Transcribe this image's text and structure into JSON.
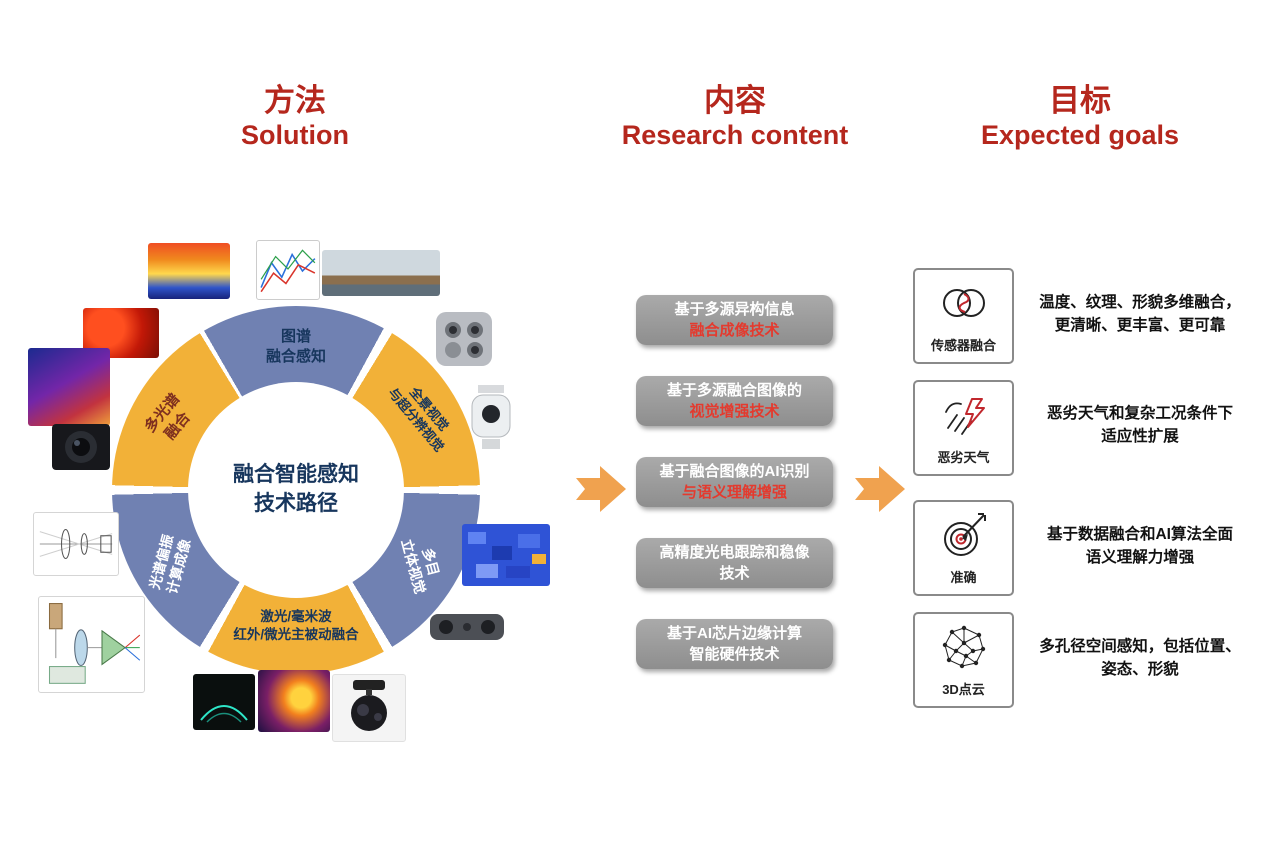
{
  "colors": {
    "header_red": "#b5271d",
    "donut_yellow": "#f2b138",
    "donut_blue": "#7081b2",
    "navy_text": "#17365d",
    "box_gray": "#9a9a9a",
    "box_red_text": "#e43a2e",
    "arrow_orange": "#f0a24f",
    "icon_accent_red": "#c1272d"
  },
  "headers": {
    "solution": {
      "zh": "方法",
      "en": "Solution"
    },
    "content": {
      "zh": "内容",
      "en": "Research content"
    },
    "goals": {
      "zh": "目标",
      "en": "Expected goals"
    }
  },
  "donut": {
    "center": "融合智能感知\n技术路径",
    "segments": [
      {
        "id": "map-fusion",
        "label": "图谱\n融合感知"
      },
      {
        "id": "panoramic-superres",
        "label": "全景视觉\n与超分辨视觉"
      },
      {
        "id": "multi-eye-stereo",
        "label": "多目\n立体视觉"
      },
      {
        "id": "active-passive-fusion",
        "label": "激光/毫米波\n红外/微光主被动融合"
      },
      {
        "id": "spectral-polarization",
        "label": "光谱偏振\n计算成像"
      },
      {
        "id": "multispectral-fusion",
        "label": "多光谱\n融合"
      }
    ]
  },
  "research_boxes": [
    {
      "line1": "基于多源异构信息",
      "line2": "融合成像技术"
    },
    {
      "line1": "基于多源融合图像的",
      "line2": "视觉增强技术"
    },
    {
      "line1": "基于融合图像的AI识别",
      "line2": "与语义理解增强"
    },
    {
      "line1": "高精度光电跟踪和稳像",
      "line2": "技术"
    },
    {
      "line1": "基于AI芯片边缘计算",
      "line2": "智能硬件技术"
    }
  ],
  "goals": {
    "items": [
      {
        "icon": "sensor-fusion-venn-icon",
        "label": "传感器融合",
        "desc": "温度、纹理、形貌多维融合，\n更清晰、更丰富、更可靠"
      },
      {
        "icon": "severe-weather-icon",
        "label": "恶劣天气",
        "desc": "恶劣天气和复杂工况条件下\n适应性扩展"
      },
      {
        "icon": "accuracy-target-icon",
        "label": "准确",
        "desc": "基于数据融合和AI算法全面\n语义理解力增强"
      },
      {
        "icon": "point-cloud-icon",
        "label": "3D点云",
        "desc": "多孔径空间感知，包括位置、\n姿态、形貌"
      }
    ]
  },
  "thumbnails": [
    "thermal-cube-image",
    "spectral-curves-chart",
    "pipeline-panorama-image",
    "thermal-apples-image",
    "thermal-scene-image",
    "camera-lens-image",
    "optics-schematic-1",
    "optics-schematic-2",
    "multi-camera-rig-image",
    "ptz-camera-image",
    "depth-blocks-image",
    "stereo-camera-image",
    "sonar-display-image",
    "thermal-person-image",
    "gimbal-camera-image"
  ]
}
